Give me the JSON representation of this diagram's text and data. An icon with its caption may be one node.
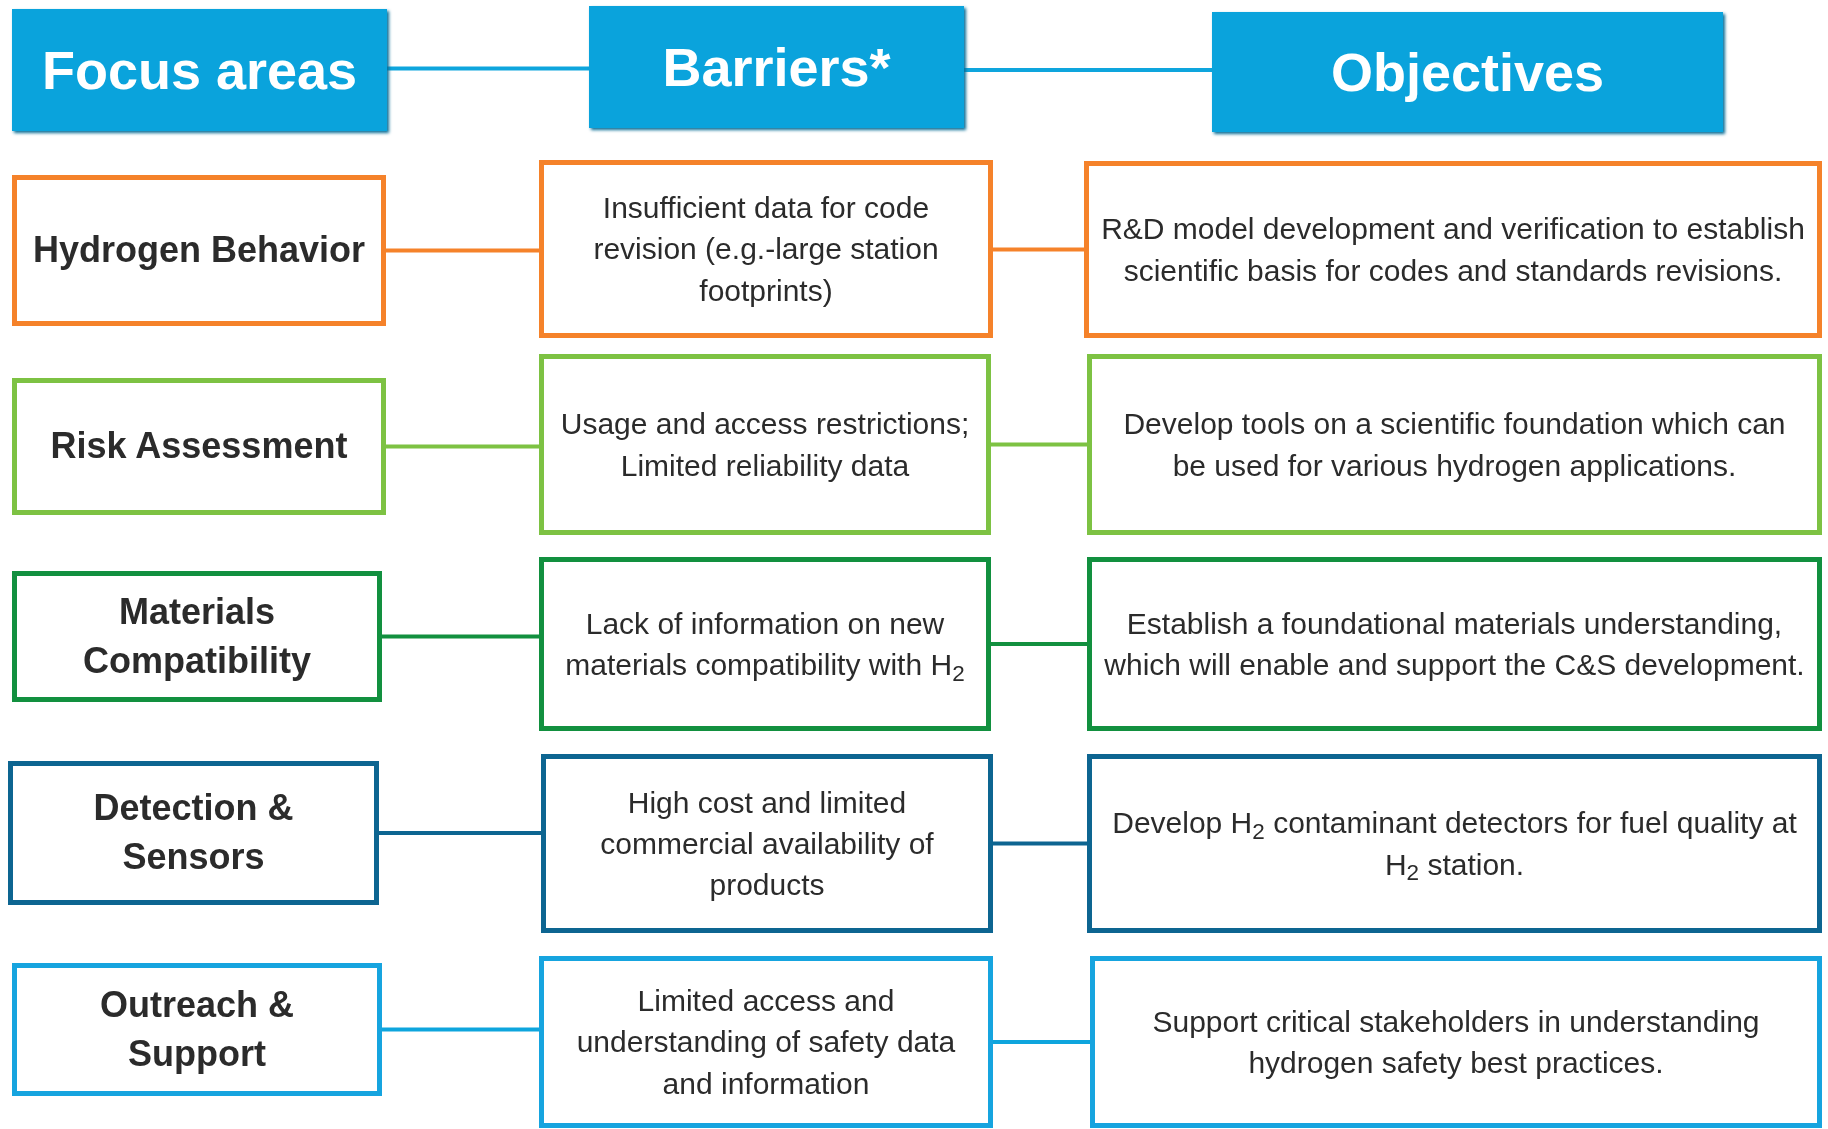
{
  "diagram": {
    "nodes": [
      {
        "text": [
          "Focus areas"
        ]
      },
      {
        "text": [
          "Barriers*"
        ]
      },
      {
        "text": [
          "Objectives"
        ]
      },
      {
        "text": [
          "Hydrogen Behavior"
        ]
      },
      {
        "text": [
          "Insufficient data for code revision (e.g.-large station footprints)"
        ]
      },
      {
        "text": [
          "R&D model development and verification to establish scientific basis for codes and standards revisions."
        ]
      },
      {
        "text": [
          "Risk Assessment"
        ]
      },
      {
        "text": [
          "Usage and access restrictions; Limited reliability data"
        ]
      },
      {
        "text": [
          "Develop tools on a scientific foundation which can be used for various hydrogen applications."
        ]
      },
      {
        "text": [
          "Materials Compatibility"
        ]
      },
      {
        "text": [
          "Lack of information on new materials compatibility with H$_{2}$"
        ]
      },
      {
        "text": [
          "Establish a foundational materials understanding, which will enable and support the C&S development."
        ]
      },
      {
        "text": [
          "Detection & Sensors"
        ]
      },
      {
        "text": [
          "High cost and limited commercial availability of products"
        ]
      },
      {
        "text": [
          "Develop H$_{2}$ contaminant detectors for fuel quality at H$_{2}$ station."
        ]
      },
      {
        "text": [
          "Outreach & Support"
        ]
      },
      {
        "text": [
          "Limited access and understanding of safety data and information"
        ]
      },
      {
        "text": [
          "Support critical stakeholders in understanding hydrogen safety best practices."
        ]
      }
    ],
    "edges": [
      {
        "from": 0,
        "to": 1,
        "arrow": "none"
      },
      {
        "from": 1,
        "to": 2,
        "arrow": "none"
      },
      {
        "from": 3,
        "to": 4,
        "arrow": "none",
        "color": "#f5822a"
      },
      {
        "from": 4,
        "to": 5,
        "arrow": "none",
        "color": "#f5822a"
      },
      {
        "from": 6,
        "to": 7,
        "arrow": "none",
        "color": "#7dc243"
      },
      {
        "from": 7,
        "to": 8,
        "arrow": "none",
        "color": "#7dc243"
      },
      {
        "from": 9,
        "to": 10,
        "arrow": "none",
        "color": "#12903f"
      },
      {
        "from": 10,
        "to": 11,
        "arrow": "none",
        "color": "#12903f"
      },
      {
        "from": 12,
        "to": 13,
        "arrow": "none",
        "color": "#0d6591"
      },
      {
        "from": 13,
        "to": 14,
        "arrow": "none",
        "color": "#0d6591"
      },
      {
        "from": 15,
        "to": 16,
        "arrow": "none"
      },
      {
        "from": 16,
        "to": 17,
        "arrow": "none"
      }
    ]
  }
}
